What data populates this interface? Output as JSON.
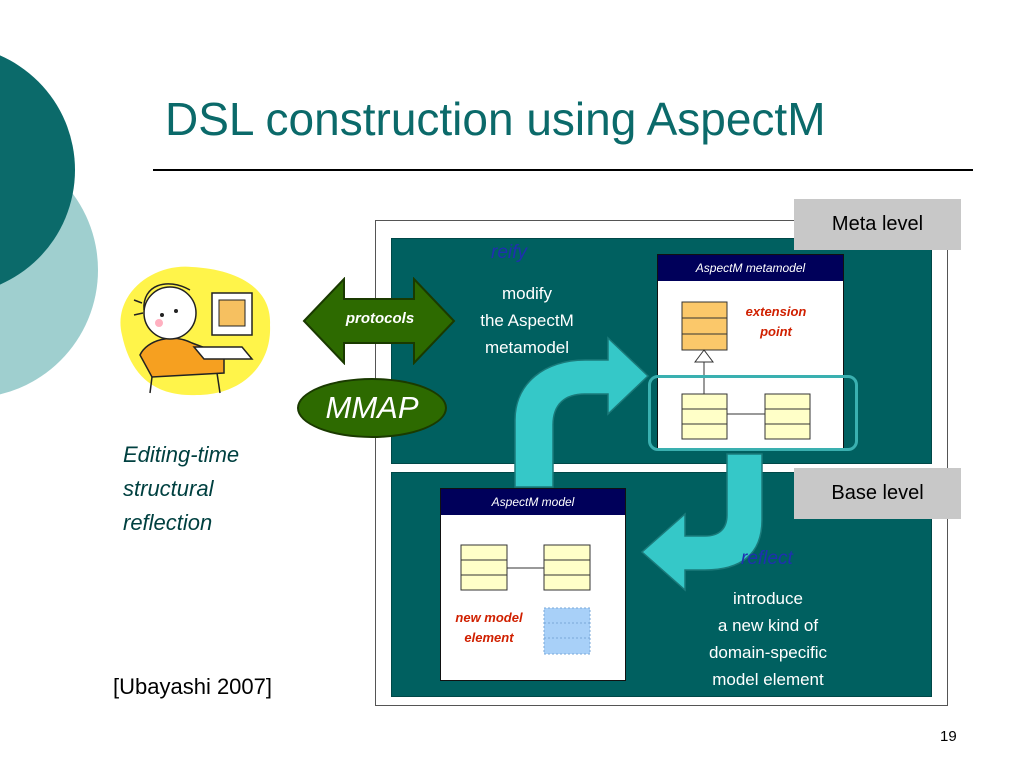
{
  "slide": {
    "title": "DSL construction using AspectM",
    "page_number": "19",
    "citation": "[Ubayashi 2007]"
  },
  "left": {
    "caption_lines": [
      "Editing-time",
      "structural",
      "reflection"
    ],
    "protocols_label": "protocols",
    "mmap_label": "MMAP"
  },
  "diagram": {
    "meta_level_label": "Meta level",
    "base_level_label": "Base level",
    "reify_label": "reify",
    "reflect_label": "reflect",
    "modify_lines": [
      "modify",
      "the AspectM",
      "metamodel"
    ],
    "introduce_lines": [
      "introduce",
      "a new kind of",
      "domain-specific",
      "model element"
    ],
    "metamodel_title": "AspectM metamodel",
    "extension_point_lines": [
      "extension",
      "point"
    ],
    "model_title": "AspectM model",
    "new_element_lines": [
      "new model",
      "element"
    ]
  },
  "colors": {
    "title": "#0b6a6a",
    "panel": "#006060",
    "box_header": "#00005a",
    "arrow": "#35c8c8",
    "mmap": "#2d6a00",
    "highlight_orange": "#fbc86a",
    "highlight_blue": "#a8d0f8",
    "class_fill": "#ffffc8"
  }
}
